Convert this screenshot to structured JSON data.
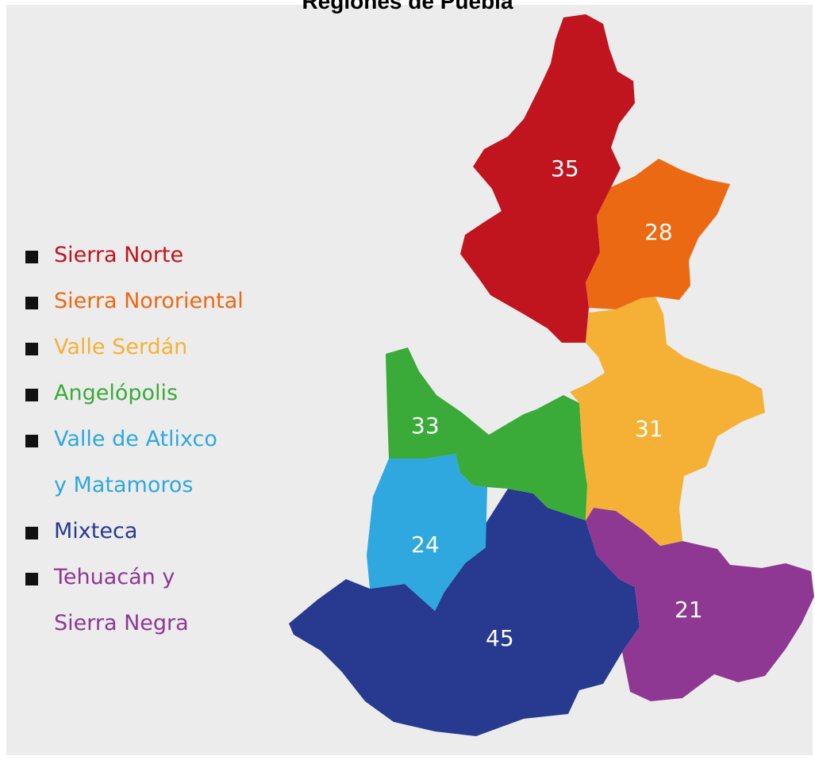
{
  "title": "Regiones de Puebla",
  "regions": [
    {
      "key": "sierra_norte",
      "label_lines": [
        "Sierra Norte"
      ],
      "count": "35",
      "color": "#c0141f"
    },
    {
      "key": "sierra_nororiental",
      "label_lines": [
        "Sierra Nororiental"
      ],
      "count": "28",
      "color": "#ec6913"
    },
    {
      "key": "valle_serdan",
      "label_lines": [
        "Valle Serdán"
      ],
      "count": "31",
      "color": "#f4b136"
    },
    {
      "key": "angelopolis",
      "label_lines": [
        "Angelópolis"
      ],
      "count": "33",
      "color": "#3aab38"
    },
    {
      "key": "atlixco",
      "label_lines": [
        "Valle de Atlixco",
        "y Matamoros"
      ],
      "count": "24",
      "color": "#2fa8e0"
    },
    {
      "key": "mixteca",
      "label_lines": [
        "Mixteca"
      ],
      "count": "45",
      "color": "#283a8f"
    },
    {
      "key": "tehuacan",
      "label_lines": [
        "Tehuacán y",
        "Sierra Negra"
      ],
      "count": "21",
      "color": "#8e3894"
    }
  ]
}
